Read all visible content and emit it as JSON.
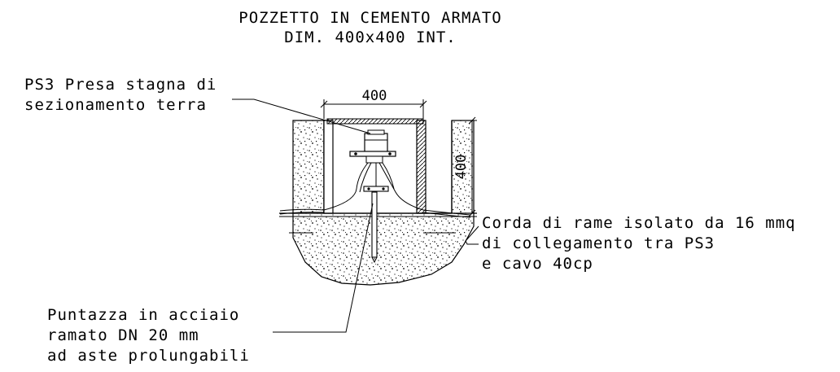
{
  "title": {
    "line1": "POZZETTO IN CEMENTO ARMATO",
    "line2": "DIM. 400x400 INT."
  },
  "dimensions": {
    "width_label": "400",
    "height_label": "400"
  },
  "labels": {
    "ps3": {
      "line1": "PS3 Presa stagna di",
      "line2": "sezionamento terra"
    },
    "corda": {
      "line1": "Corda di rame isolato da 16 mmq",
      "line2": "di collegamento tra PS3",
      "line3": "e cavo 40cp"
    },
    "puntazza": {
      "line1": "Puntazza in acciaio",
      "line2": "ramato DN 20 mm",
      "line3": "ad aste prolungabili"
    }
  },
  "colors": {
    "ink": "#000000",
    "background": "#ffffff"
  }
}
